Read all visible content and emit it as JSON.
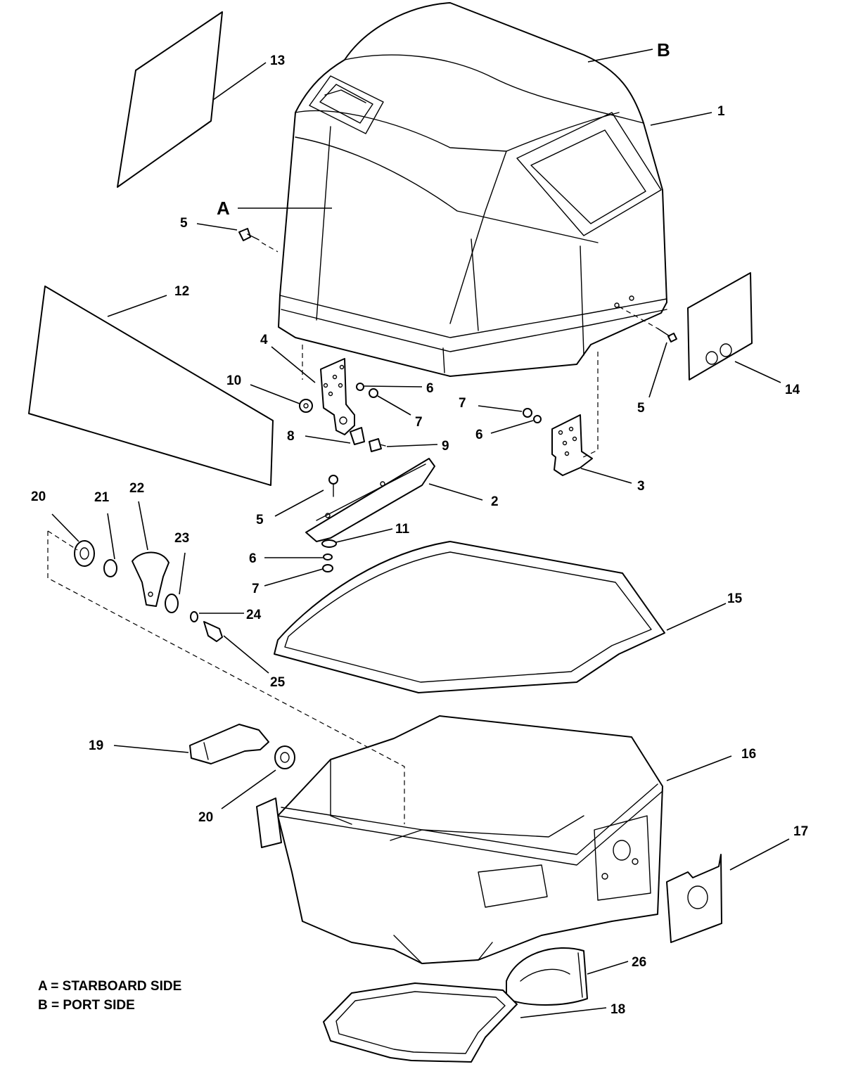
{
  "callouts": {
    "c1": "1",
    "c2": "2",
    "c3": "3",
    "c4": "4",
    "c5a": "5",
    "c5b": "5",
    "c5c": "5",
    "c6a": "6",
    "c6b": "6",
    "c6c": "6",
    "c7a": "7",
    "c7b": "7",
    "c7c": "7",
    "c8": "8",
    "c9": "9",
    "c10": "10",
    "c11": "11",
    "c12": "12",
    "c13": "13",
    "c14": "14",
    "c15": "15",
    "c16": "16",
    "c17": "17",
    "c18": "18",
    "c19": "19",
    "c20a": "20",
    "c20b": "20",
    "c21": "21",
    "c22": "22",
    "c23": "23",
    "c24": "24",
    "c25": "25",
    "c26": "26",
    "cA": "A",
    "cB": "B"
  },
  "legend": {
    "line1": "A = STARBOARD SIDE",
    "line2": "B = PORT SIDE"
  }
}
